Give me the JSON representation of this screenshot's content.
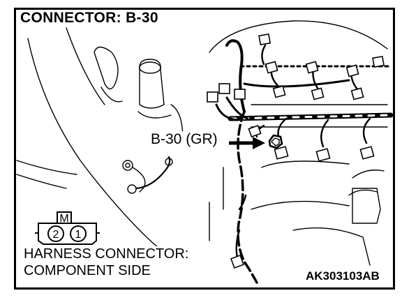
{
  "title": "CONNECTOR: B-30",
  "callout_label": "B-30 (GR)",
  "connector_icon": {
    "lock_mark": "M",
    "pins": [
      "2",
      "1"
    ]
  },
  "caption": {
    "line1": "HARNESS CONNECTOR:",
    "line2": "COMPONENT SIDE"
  },
  "figure_code": "AK303103AB"
}
